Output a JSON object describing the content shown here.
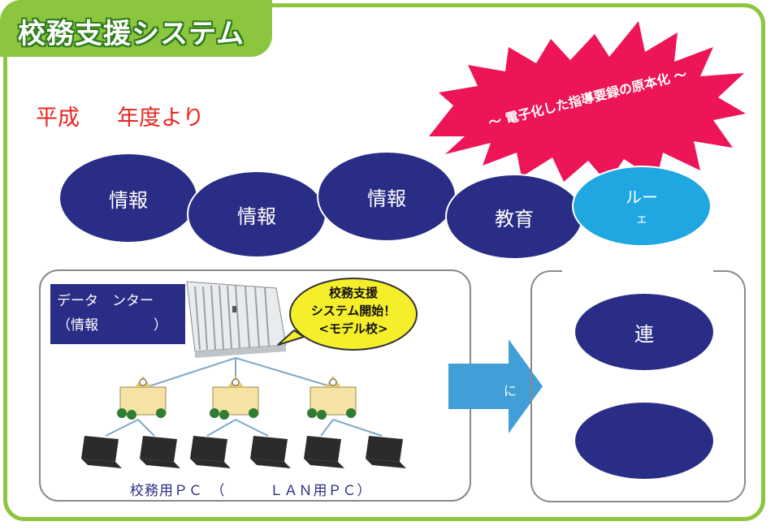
{
  "header": {
    "title": "校務支援システム"
  },
  "year_line": {
    "prefix": "平成",
    "suffix": "年度より"
  },
  "burst": {
    "text": "～ 電子化した指導要録の原本化 ～",
    "color": "#ee1557"
  },
  "ovals": [
    {
      "label": "情報"
    },
    {
      "label": "情報"
    },
    {
      "label": "情報"
    },
    {
      "label": "教育"
    },
    {
      "line1": "ルー",
      "line2": "ェ"
    }
  ],
  "left_panel": {
    "datacenter_line1": "データ　ンター",
    "datacenter_line2": "（情報　　　　）",
    "bubble_line1": "校務支援",
    "bubble_line2": "システム開始！",
    "bubble_line3": "<モデル校>",
    "caption": "校務用ＰＣ　（　　　ＬＡＮ用ＰＣ）"
  },
  "arrow": {
    "label": "に"
  },
  "right_panel": {
    "oval1": "連",
    "oval2": ""
  },
  "colors": {
    "green": "#8cc63f",
    "navy": "#2a2d86",
    "sky": "#1fa7e1",
    "red": "#e8251f",
    "arrow": "#3f9fd6"
  }
}
